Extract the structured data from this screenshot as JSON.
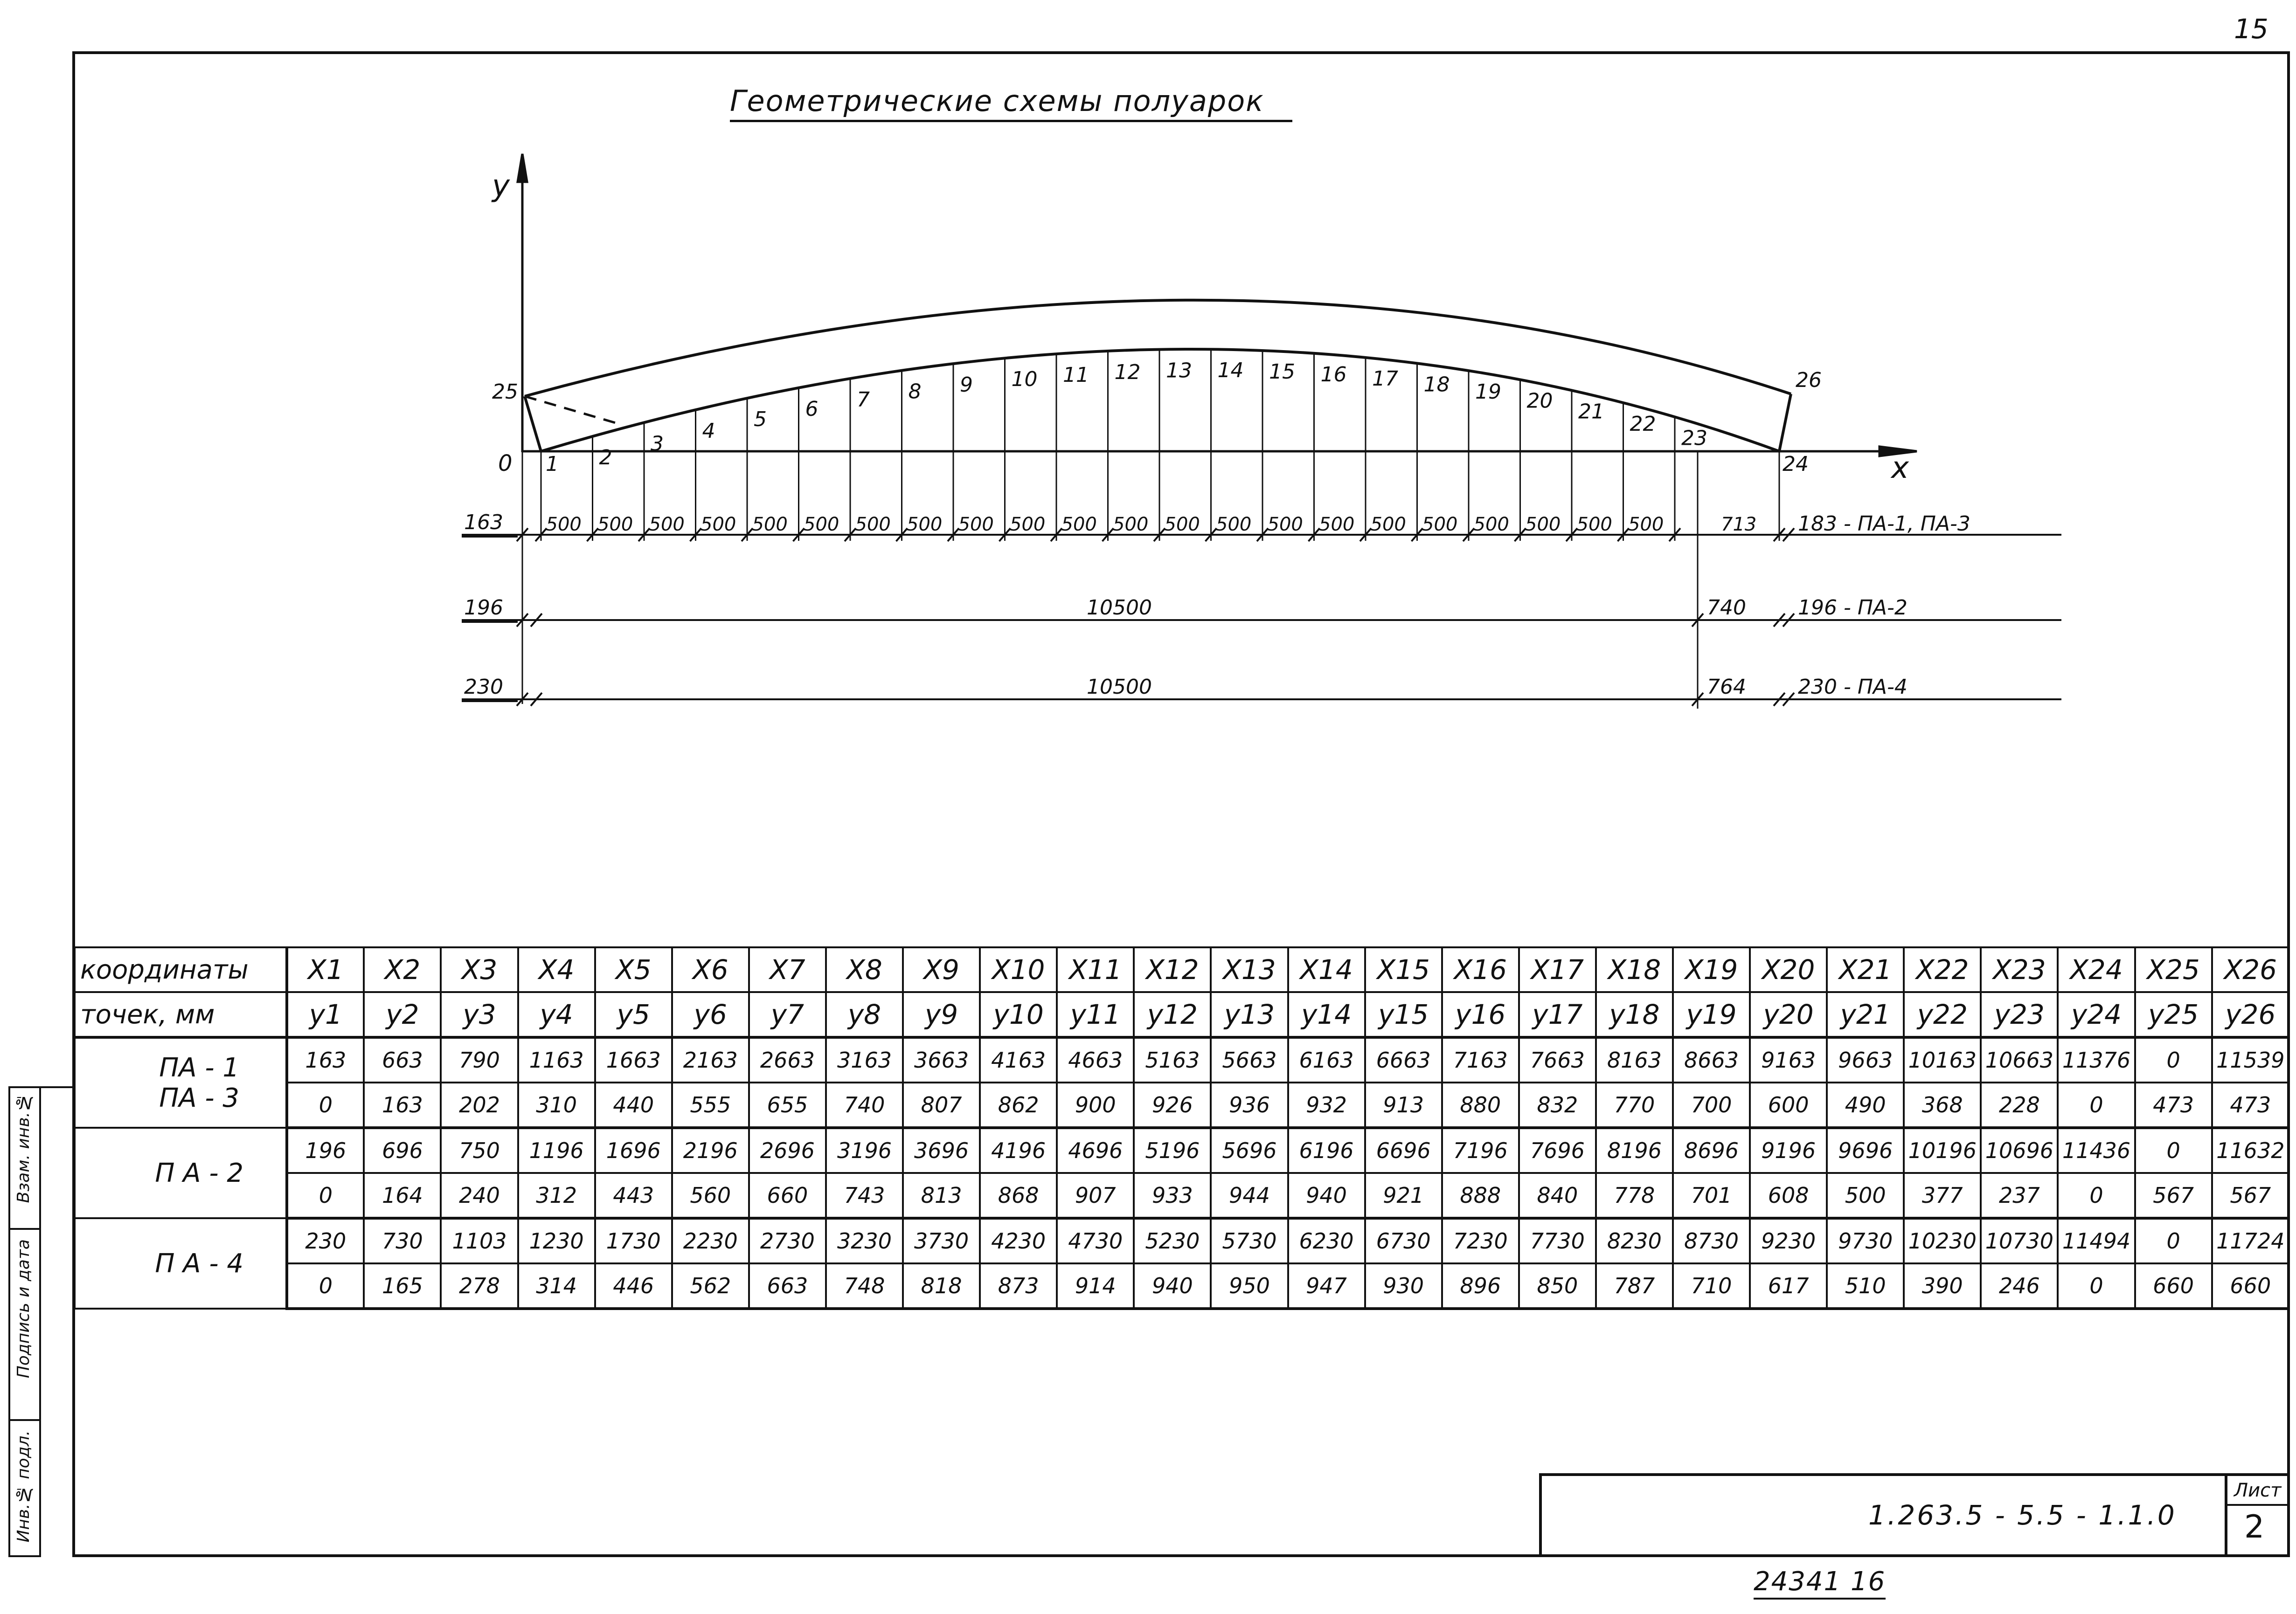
{
  "page_number": "15",
  "title": "Геометрические схемы полуарок",
  "axis": {
    "y_label": "у",
    "x_label": "х",
    "origin": "0"
  },
  "point_labels": [
    "1",
    "2",
    "3",
    "4",
    "5",
    "6",
    "7",
    "8",
    "9",
    "10",
    "11",
    "12",
    "13",
    "14",
    "15",
    "16",
    "17",
    "18",
    "19",
    "20",
    "21",
    "22",
    "23",
    "24",
    "25",
    "26"
  ],
  "dimension_lines": {
    "row1": {
      "left": "163",
      "segments": [
        "500",
        "500",
        "500",
        "500",
        "500",
        "500",
        "500",
        "500",
        "500",
        "500",
        "500",
        "500",
        "500",
        "500",
        "500",
        "500",
        "500",
        "500",
        "500",
        "500",
        "500",
        "500"
      ],
      "end": "713",
      "note": "183 - ПА-1, ПА-3"
    },
    "row2": {
      "left": "196",
      "mid": "10500",
      "end": "740",
      "note": "196 - ПА-2"
    },
    "row3": {
      "left": "230",
      "mid": "10500",
      "end": "764",
      "note": "230 - ПА-4"
    }
  },
  "table": {
    "header_label_1": "координаты",
    "header_label_2": "точек, мм",
    "x_headers": [
      "Х1",
      "Х2",
      "Х3",
      "Х4",
      "Х5",
      "Х6",
      "Х7",
      "Х8",
      "Х9",
      "Х10",
      "Х11",
      "Х12",
      "Х13",
      "Х14",
      "Х15",
      "Х16",
      "Х17",
      "Х18",
      "Х19",
      "Х20",
      "Х21",
      "Х22",
      "Х23",
      "Х24",
      "Х25",
      "Х26"
    ],
    "y_headers": [
      "у1",
      "у2",
      "у3",
      "у4",
      "у5",
      "у6",
      "у7",
      "у8",
      "у9",
      "у10",
      "у11",
      "у12",
      "у13",
      "у14",
      "у15",
      "у16",
      "у17",
      "у18",
      "у19",
      "у20",
      "у21",
      "у22",
      "у23",
      "у24",
      "у25",
      "у26"
    ],
    "groups": [
      {
        "marks": [
          "ПА - 1",
          "ПА - 3"
        ],
        "x": [
          "163",
          "663",
          "790",
          "1163",
          "1663",
          "2163",
          "2663",
          "3163",
          "3663",
          "4163",
          "4663",
          "5163",
          "5663",
          "6163",
          "6663",
          "7163",
          "7663",
          "8163",
          "8663",
          "9163",
          "9663",
          "10163",
          "10663",
          "11376",
          "0",
          "11539"
        ],
        "y": [
          "0",
          "163",
          "202",
          "310",
          "440",
          "555",
          "655",
          "740",
          "807",
          "862",
          "900",
          "926",
          "936",
          "932",
          "913",
          "880",
          "832",
          "770",
          "700",
          "600",
          "490",
          "368",
          "228",
          "0",
          "473",
          "473"
        ]
      },
      {
        "marks": [
          "П А - 2"
        ],
        "x": [
          "196",
          "696",
          "750",
          "1196",
          "1696",
          "2196",
          "2696",
          "3196",
          "3696",
          "4196",
          "4696",
          "5196",
          "5696",
          "6196",
          "6696",
          "7196",
          "7696",
          "8196",
          "8696",
          "9196",
          "9696",
          "10196",
          "10696",
          "11436",
          "0",
          "11632"
        ],
        "y": [
          "0",
          "164",
          "240",
          "312",
          "443",
          "560",
          "660",
          "743",
          "813",
          "868",
          "907",
          "933",
          "944",
          "940",
          "921",
          "888",
          "840",
          "778",
          "701",
          "608",
          "500",
          "377",
          "237",
          "0",
          "567",
          "567"
        ]
      },
      {
        "marks": [
          "П А - 4"
        ],
        "x": [
          "230",
          "730",
          "1103",
          "1230",
          "1730",
          "2230",
          "2730",
          "3230",
          "3730",
          "4230",
          "4730",
          "5230",
          "5730",
          "6230",
          "6730",
          "7230",
          "7730",
          "8230",
          "8730",
          "9230",
          "9730",
          "10230",
          "10730",
          "11494",
          "0",
          "11724"
        ],
        "y": [
          "0",
          "165",
          "278",
          "314",
          "446",
          "562",
          "663",
          "748",
          "818",
          "873",
          "914",
          "940",
          "950",
          "947",
          "930",
          "896",
          "850",
          "787",
          "710",
          "617",
          "510",
          "390",
          "246",
          "0",
          "660",
          "660"
        ]
      }
    ]
  },
  "side_stamp": [
    "Инв.№ подл.",
    "Подпись и дата",
    "Взам. инв.№"
  ],
  "title_block": {
    "code": "1.263.5 - 5.5 - 1.1.0",
    "sheet_label": "Лист",
    "sheet_number": "2"
  },
  "archive_no": "24341  16"
}
